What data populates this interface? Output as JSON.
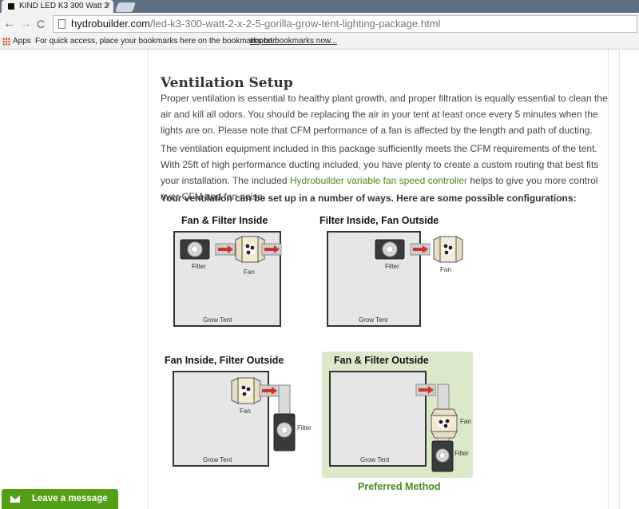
{
  "browser": {
    "tab_title": "KIND LED K3 300 Watt 2'",
    "tab_close": "×",
    "back": "←",
    "forward": "→",
    "reload": "C",
    "url_host": "hydrobuilder.com",
    "url_path": "/led-k3-300-watt-2-x-2-5-gorilla-grow-tent-lighting-package.html",
    "bookmarks": {
      "apps": "Apps",
      "message": "For quick access, place your bookmarks here on the bookmarks bar.",
      "import": "Import bookmarks now..."
    }
  },
  "article": {
    "heading": "Ventilation Setup",
    "p1": "Proper ventilation is essential to healthy plant growth, and proper filtration is equally essential to clean the air and kill all odors. You should be replacing the air in your tent at least once every 5 minutes when the lights are on. Please note that CFM performance of a fan is affected by the length and path of ducting.",
    "p2_before": "The ventilation equipment included in this package sufficiently meets the CFM requirements of the tent. With 25ft of high performance ducting included, you have plenty to create a custom routing that best fits your installation. The included ",
    "p2_link": "Hydrobuilder variable fan speed controller",
    "p2_after": " helps to give you more control over CFM and fan noise.",
    "p3": "Your ventilation can be set up in a number of ways. Here are some possible configurations:"
  },
  "diagrams": {
    "d1_title": "Fan & Filter Inside",
    "d2_title": "Filter Inside, Fan Outside",
    "d3_title": "Fan Inside, Filter Outside",
    "d4_title": "Fan & Filter Outside",
    "filter_label": "Filter",
    "fan_label": "Fan",
    "tent_label": "Grow Tent",
    "preferred": "Preferred Method",
    "colors": {
      "tent_fill": "#e6e6e6",
      "duct_arrow": "#d0332a",
      "preferred_panel": "#dbe8c9",
      "preferred_text": "#4a8a19"
    }
  },
  "chat": {
    "label": "Leave a message",
    "icon": "envelope-icon"
  }
}
